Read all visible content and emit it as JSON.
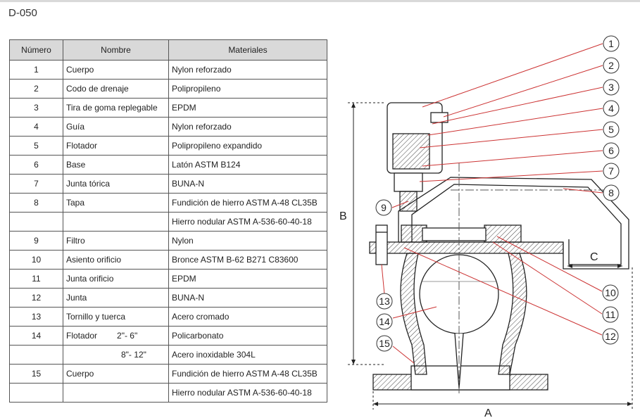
{
  "doc_code": "D-050",
  "table": {
    "headers": [
      "Número",
      "Nombre",
      "Materiales"
    ],
    "rows": [
      {
        "num": "1",
        "name": "Cuerpo",
        "size": "",
        "material": "Nylon reforzado"
      },
      {
        "num": "2",
        "name": "Codo de drenaje",
        "size": "",
        "material": "Polipropileno"
      },
      {
        "num": "3",
        "name": "Tira de goma replegable",
        "size": "",
        "material": "EPDM"
      },
      {
        "num": "4",
        "name": "Guía",
        "size": "",
        "material": "Nylon reforzado"
      },
      {
        "num": "5",
        "name": "Flotador",
        "size": "",
        "material": "Polipropileno expandido"
      },
      {
        "num": "6",
        "name": "Base",
        "size": "",
        "material": "Latón ASTM B124"
      },
      {
        "num": "7",
        "name": "Junta tórica",
        "size": "",
        "material": "BUNA-N"
      },
      {
        "num": "8",
        "name": "Tapa",
        "size": "",
        "material": "Fundición de hierro ASTM A-48 CL35B"
      },
      {
        "num": "",
        "name": "",
        "size": "",
        "material": "Hierro nodular ASTM A-536-60-40-18"
      },
      {
        "num": "9",
        "name": "Filtro",
        "size": "",
        "material": "Nylon"
      },
      {
        "num": "10",
        "name": "Asiento orificio",
        "size": "",
        "material": "Bronce ASTM B-62 B271 C83600"
      },
      {
        "num": "11",
        "name": "Junta orificio",
        "size": "",
        "material": "EPDM"
      },
      {
        "num": "12",
        "name": "Junta",
        "size": "",
        "material": "BUNA-N"
      },
      {
        "num": "13",
        "name": "Tornillo y tuerca",
        "size": "",
        "material": "Acero cromado"
      },
      {
        "num": "14",
        "name": "Flotador",
        "size": "2\"- 6\"",
        "material": "Policarbonato"
      },
      {
        "num": "",
        "name": "",
        "size": "8\"- 12\"",
        "material": "Acero inoxidable 304L"
      },
      {
        "num": "15",
        "name": "Cuerpo",
        "size": "",
        "material": "Fundición de hierro ASTM A-48 CL35B"
      },
      {
        "num": "",
        "name": "",
        "size": "",
        "material": "Hierro nodular ASTM A-536-60-40-18"
      }
    ]
  },
  "diagram": {
    "callouts": [
      "1",
      "2",
      "3",
      "4",
      "5",
      "6",
      "7",
      "8",
      "9",
      "10",
      "11",
      "12",
      "13",
      "14",
      "15"
    ],
    "dimensions": {
      "a": "A",
      "b": "B",
      "c": "C"
    },
    "colors": {
      "line": "#cc3333",
      "stroke": "#222222",
      "hatch": "#444444"
    }
  }
}
